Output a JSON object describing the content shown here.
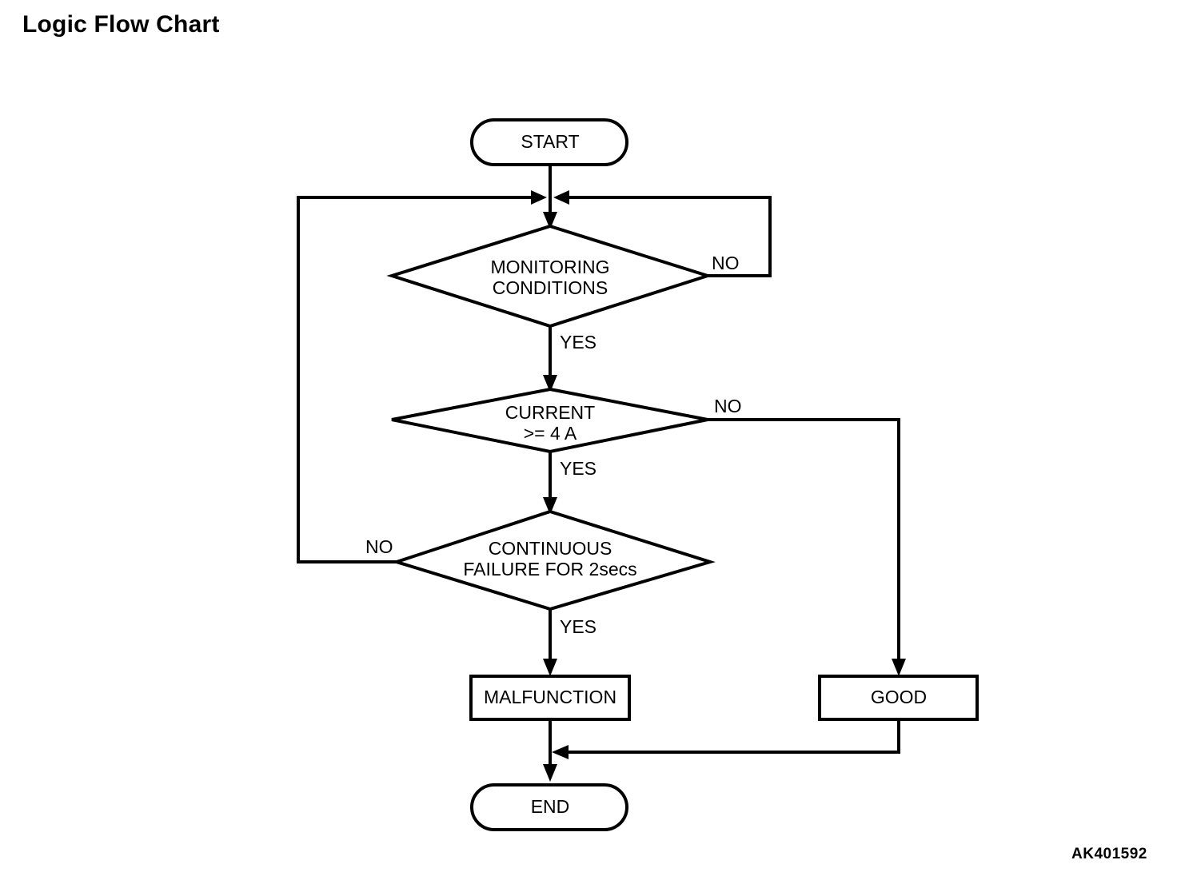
{
  "page": {
    "title": "Logic Flow Chart",
    "reference_code": "AK401592",
    "background_color": "#ffffff",
    "line_color": "#000000"
  },
  "chart_data": {
    "type": "diagram",
    "diagram_kind": "flowchart",
    "title": "Logic Flow Chart",
    "orientation": "top-to-bottom",
    "nodes": [
      {
        "id": "start",
        "shape": "terminator",
        "label": "START"
      },
      {
        "id": "monitoring",
        "shape": "decision",
        "label": "MONITORING\nCONDITIONS",
        "line1": "MONITORING",
        "line2": "CONDITIONS"
      },
      {
        "id": "current",
        "shape": "decision",
        "label": "CURRENT\n>= 4 A",
        "line1": "CURRENT",
        "line2": ">= 4 A"
      },
      {
        "id": "continuous",
        "shape": "decision",
        "label": "CONTINUOUS\nFAILURE FOR 2secs",
        "line1": "CONTINUOUS",
        "line2": "FAILURE FOR 2secs"
      },
      {
        "id": "malfunction",
        "shape": "process",
        "label": "MALFUNCTION"
      },
      {
        "id": "good",
        "shape": "process",
        "label": "GOOD"
      },
      {
        "id": "end",
        "shape": "terminator",
        "label": "END"
      }
    ],
    "edges": [
      {
        "from": "start",
        "to": "monitoring",
        "label": ""
      },
      {
        "from": "monitoring",
        "to": "monitoring",
        "label": "NO",
        "routing": "right-loop-back"
      },
      {
        "from": "monitoring",
        "to": "current",
        "label": "YES"
      },
      {
        "from": "current",
        "to": "good",
        "label": "NO",
        "routing": "right-down"
      },
      {
        "from": "current",
        "to": "continuous",
        "label": "YES"
      },
      {
        "from": "continuous",
        "to": "monitoring",
        "label": "NO",
        "routing": "left-loop-back"
      },
      {
        "from": "continuous",
        "to": "malfunction",
        "label": "YES"
      },
      {
        "from": "malfunction",
        "to": "end",
        "label": ""
      },
      {
        "from": "good",
        "to": "end",
        "label": "",
        "routing": "down-left-merge"
      }
    ],
    "edge_labels": {
      "yes": "YES",
      "no": "NO"
    }
  }
}
